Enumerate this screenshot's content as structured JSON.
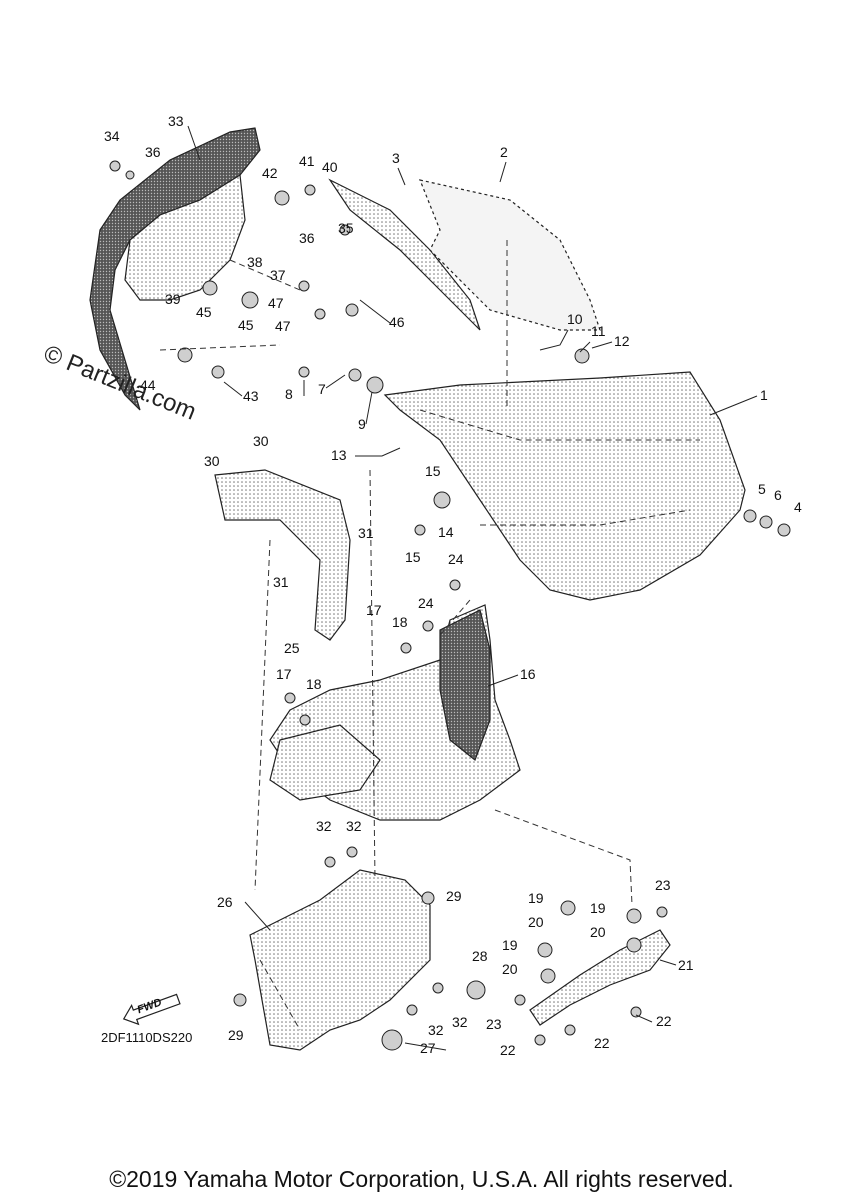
{
  "watermark": "© Partzilla.com",
  "diagram_code": "2DF1110DS220",
  "fwd_label": "FWD",
  "copyright": "©2019 Yamaha Motor Corporation, U.S.A. All rights reserved.",
  "callouts": [
    "1",
    "2",
    "3",
    "4",
    "5",
    "6",
    "7",
    "8",
    "9",
    "10",
    "11",
    "12",
    "13",
    "14",
    "15",
    "16",
    "17",
    "18",
    "19",
    "20",
    "21",
    "22",
    "23",
    "24",
    "25",
    "26",
    "27",
    "28",
    "29",
    "30",
    "31",
    "32",
    "33",
    "34",
    "35",
    "36",
    "37",
    "38",
    "39",
    "40",
    "41",
    "42",
    "43",
    "44",
    "45",
    "46",
    "47"
  ]
}
